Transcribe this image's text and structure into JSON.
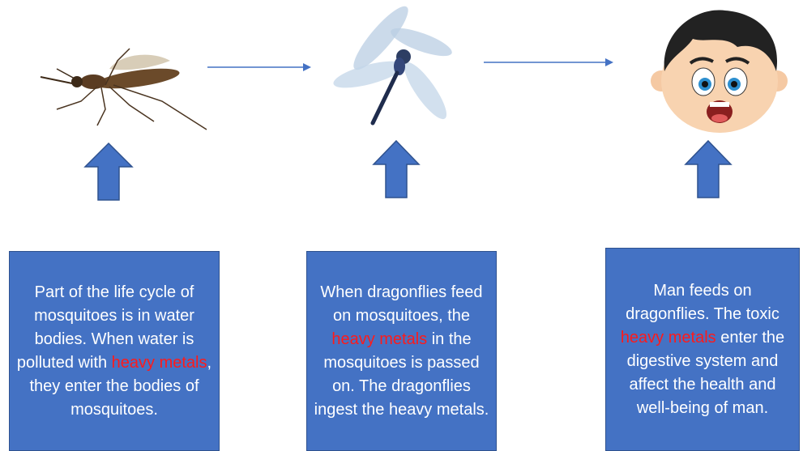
{
  "colors": {
    "box_fill": "#4472C4",
    "box_border": "#2F528F",
    "arrow": "#4472C4",
    "box_text": "#FFFFFF",
    "highlight": "#FF1A1A"
  },
  "icons": {
    "mosquito": "mosquito-icon",
    "dragonfly": "dragonfly-icon",
    "man": "scared-boy-face-icon"
  },
  "boxes": [
    {
      "before": "Part of the life cycle of mosquitoes is in  water bodies. When water is polluted with ",
      "highlight": "heavy metals",
      "after": ", they enter the bodies of mosquitoes."
    },
    {
      "before": "When dragonflies feed on mosquitoes, the ",
      "highlight": "heavy metals",
      "after": " in the mosquitoes is passed on. The dragonflies ingest the heavy metals."
    },
    {
      "before": "Man feeds on dragonflies. The toxic ",
      "highlight": "heavy metals",
      "after": " enter the digestive system and affect  the health and well-being of man."
    }
  ]
}
